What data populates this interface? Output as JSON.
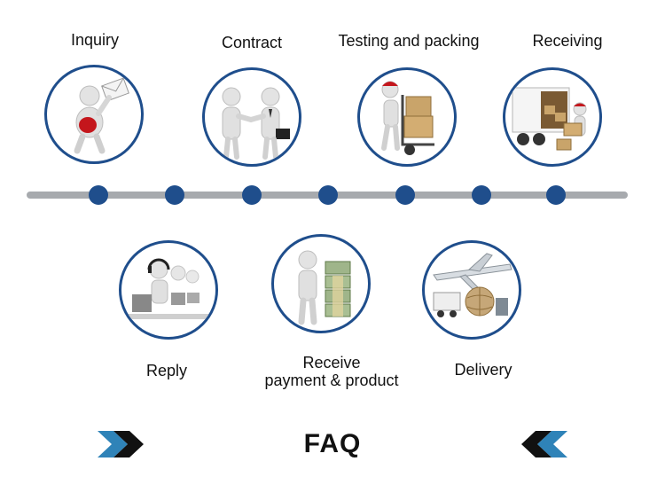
{
  "steps_top": [
    {
      "label": "Inquiry",
      "icon": "envelope-person-icon"
    },
    {
      "label": "Contract",
      "icon": "handshake-icon"
    },
    {
      "label": "Testing and packing",
      "icon": "hand-truck-boxes-icon"
    },
    {
      "label": "Receiving",
      "icon": "truck-unloading-icon"
    }
  ],
  "steps_bottom": [
    {
      "label": "Reply",
      "icon": "headset-operators-icon"
    },
    {
      "label_line1": "Receive",
      "label_line2": "payment & product",
      "icon": "money-stack-icon"
    },
    {
      "label": "Delivery",
      "icon": "airplane-globe-icon"
    }
  ],
  "footer": {
    "title": "FAQ"
  },
  "colors": {
    "accent": "#1f4e8c",
    "line": "#a7aaae",
    "chevron_light": "#2f83b8",
    "chevron_dark": "#111111"
  }
}
